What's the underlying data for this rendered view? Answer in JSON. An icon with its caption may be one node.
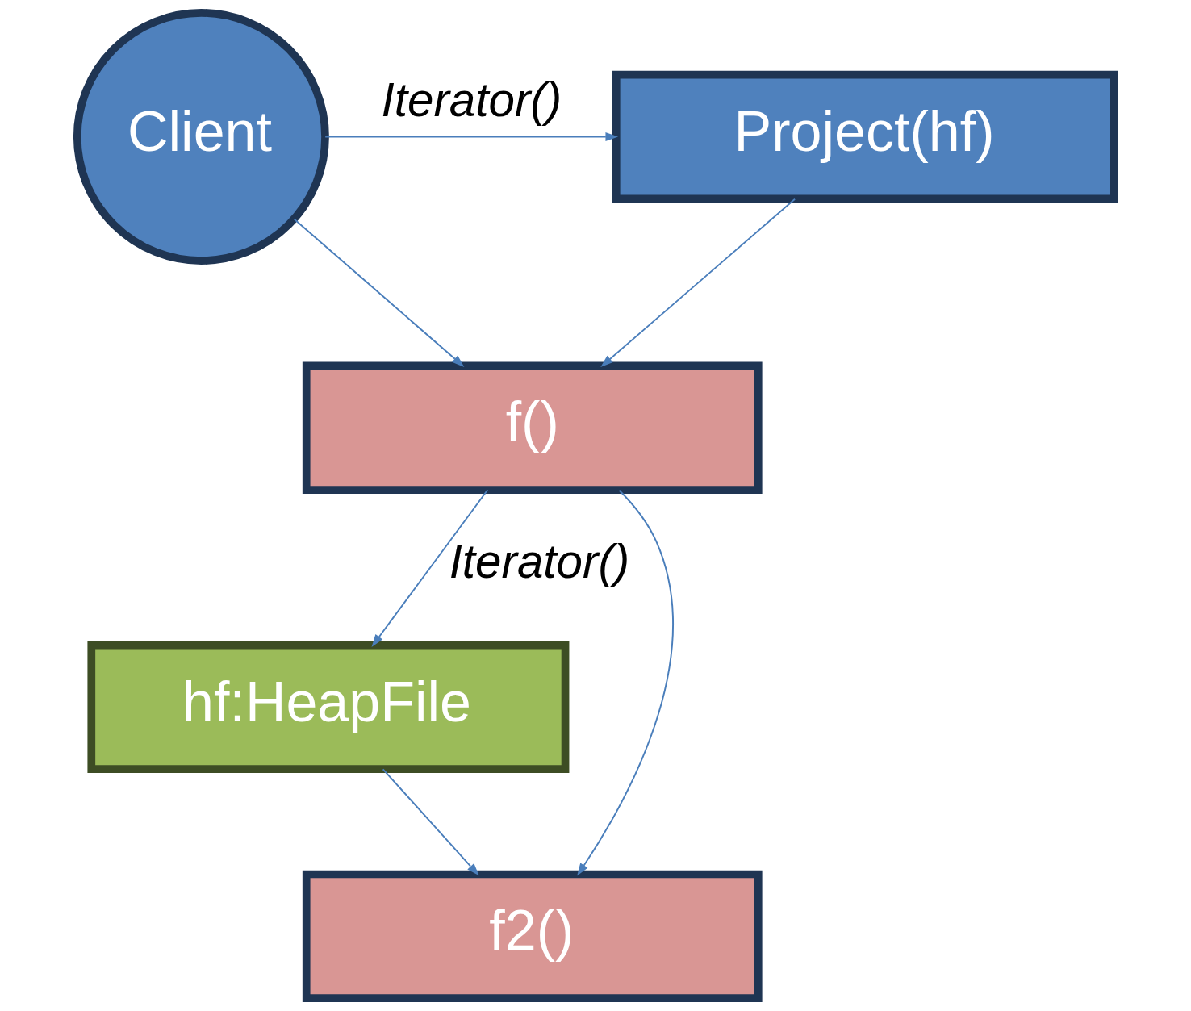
{
  "diagram": {
    "nodes": [
      {
        "text": [
          "Client"
        ]
      },
      {
        "text": [
          "Project(hf)"
        ]
      },
      {
        "text": [
          "f()"
        ]
      },
      {
        "text": [
          "hf:HeapFile"
        ]
      },
      {
        "text": [
          "f2()"
        ]
      }
    ],
    "edges": [
      {
        "from": 0,
        "to": 1,
        "arrow": "to",
        "label": "Iterator()"
      },
      {
        "from": 0,
        "to": 2,
        "arrow": "to"
      },
      {
        "from": 1,
        "to": 2,
        "arrow": "to"
      },
      {
        "from": 2,
        "to": 3,
        "arrow": "to",
        "label": "Iterator()"
      },
      {
        "from": 2,
        "to": 4,
        "arrow": "to"
      },
      {
        "from": 3,
        "to": 4,
        "arrow": "to"
      }
    ]
  }
}
